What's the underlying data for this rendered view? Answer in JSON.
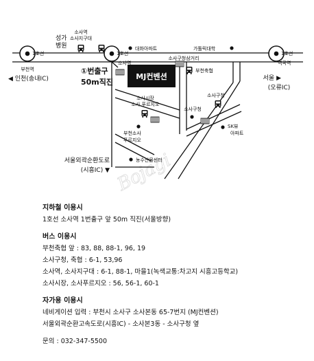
{
  "map": {
    "stations": {
      "left": {
        "line": "1호선",
        "name": "부천역"
      },
      "center": {
        "line": "1호선",
        "name": "소사역"
      },
      "right": {
        "line": "1호선",
        "name": "역곡역"
      }
    },
    "hospital": {
      "line1": "성가",
      "line2": "병원"
    },
    "sosa_univ": {
      "line1": "소사역",
      "line2": "소사지구대"
    },
    "daehwa": "대화아파트",
    "gatolic": "가톨릭대학",
    "junction": "소사구청삼거리",
    "mj": "MJ컨벤션",
    "bucheon_chukhyeop": "부천축협",
    "incheon": "◀ 인천(송내IC)",
    "exit": {
      "line1": "①번출구",
      "line2": "50m직진"
    },
    "seoul": {
      "line1": "서울 ▶",
      "line2": "(오류IC)"
    },
    "market": {
      "line1": "소사시장",
      "line2": "소사 푸르지오"
    },
    "sosa_office": "소사구청",
    "sosa_office_stop": "소사구청",
    "bucheon_sosa": {
      "line1": "부천소사",
      "line2": "푸르지오"
    },
    "skview": {
      "line1": "SK뷰",
      "line2": "아파트"
    },
    "ring_road": {
      "line1": "서울외곽순환도로",
      "line2": "(시흥IC) ▼"
    },
    "water_center": "농수산물센터",
    "watermark": "Bojagi"
  },
  "info": {
    "subway": {
      "title": "지하철 이용시",
      "lines": [
        "1호선 소사역 1번출구 앞 50m 직진(서울방향)"
      ]
    },
    "bus": {
      "title": "버스 이용시",
      "lines": [
        "부천축협 앞 : 83, 88, 88-1, 96, 19",
        "소사구청, 축협 : 6-1, 53,96",
        "소사역, 소사지구대 : 6-1, 88-1, 마을1(녹색교통:차고지 시흥고등학교)",
        "소사시장, 소사푸르지오 : 56, 56-1, 60-1"
      ]
    },
    "car": {
      "title": "자가용 이용시",
      "lines": [
        "네비게이션 입력 : 부천시 소사구 소사본동 65-7번지 (MJ컨벤션)",
        "서울외곽순환고속도로(시흥IC) - 소사본3동 - 소사구청 옆"
      ]
    },
    "contact": "문의 : 032-347-5500"
  }
}
